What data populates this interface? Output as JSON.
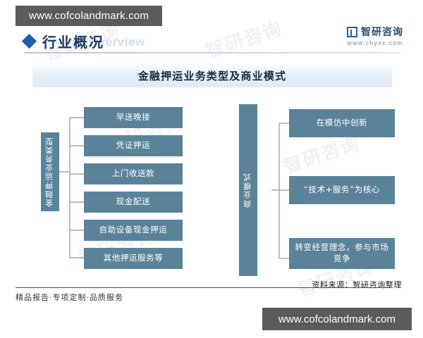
{
  "watermark_top": {
    "url": "www.cofcolandmark.com"
  },
  "watermark_bottom": {
    "url": "www.cofcolandmark.com"
  },
  "section": {
    "title": "行业概况",
    "subtitle": "Overview"
  },
  "brand": {
    "name": "智研咨询",
    "url": "www.chyxx.com"
  },
  "chart_title": "金融押运业务类型及商业模式",
  "background_watermarks": [
    "智研咨询",
    "智研咨询",
    "智研咨询",
    "智研咨询",
    "智研咨询",
    "智研咨询"
  ],
  "chart_data": {
    "type": "diagram",
    "title": "金融押运业务类型及商业模式",
    "source": "资料来源：智研咨询整理",
    "branches": [
      {
        "root": "金融押运业务类型",
        "children": [
          "早送晚接",
          "凭证押运",
          "上门收送款",
          "现金配送",
          "自助设备现金押运",
          "其他押运服务等"
        ]
      },
      {
        "root": "商业模式",
        "children": [
          "在模仿中创新",
          "“技术+服务”为核心",
          "转变经营理念，参与市场竞争"
        ]
      }
    ],
    "accent_color": "#5a8399",
    "title_band_color": "#e0edf7"
  },
  "footer": {
    "tagline": "精品报告·专项定制·品质服务",
    "source": "资料来源：智研咨询整理"
  }
}
